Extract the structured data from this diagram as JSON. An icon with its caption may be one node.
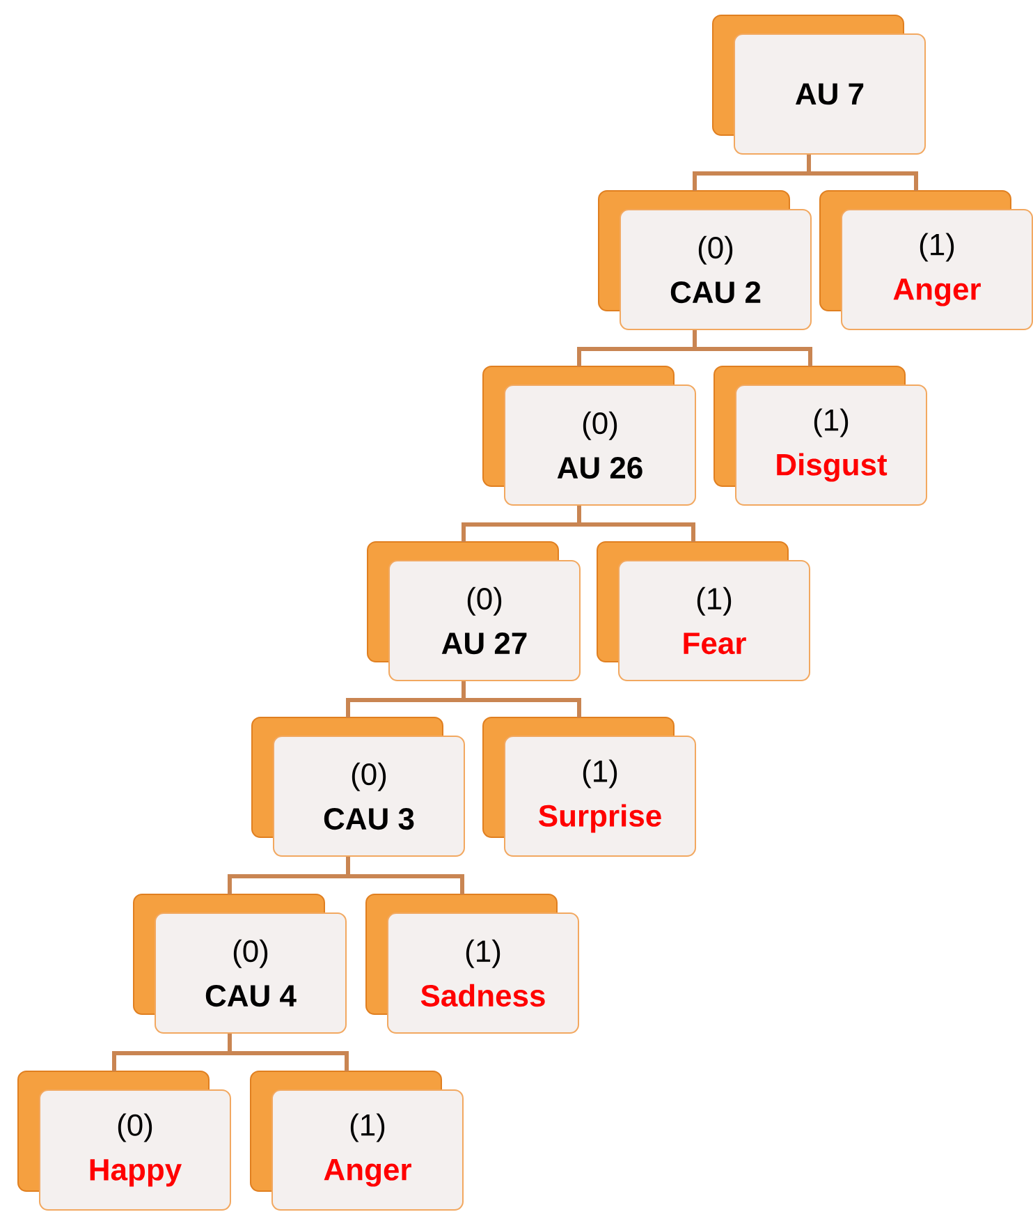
{
  "diagram": {
    "nodes": [
      {
        "text": [
          "AU 7"
        ]
      },
      {
        "text": [
          "(0)",
          "CAU 2"
        ]
      },
      {
        "text": [
          "(1)",
          "Anger"
        ]
      },
      {
        "text": [
          "(0)",
          "AU 26"
        ]
      },
      {
        "text": [
          "(1)",
          "Disgust"
        ]
      },
      {
        "text": [
          "(0)",
          "AU 27"
        ]
      },
      {
        "text": [
          "(1)",
          "Fear"
        ]
      },
      {
        "text": [
          "(0)",
          "CAU 3"
        ]
      },
      {
        "text": [
          "(1)",
          "Surprise"
        ]
      },
      {
        "text": [
          "(0)",
          "CAU 4"
        ]
      },
      {
        "text": [
          "(1)",
          "Sadness"
        ]
      },
      {
        "text": [
          "(0)",
          "Happy"
        ]
      },
      {
        "text": [
          "(1)",
          "Anger"
        ]
      }
    ],
    "edges": [
      {
        "from": 0,
        "to": 1,
        "arrow": "none"
      },
      {
        "from": 0,
        "to": 2,
        "arrow": "none"
      },
      {
        "from": 1,
        "to": 3,
        "arrow": "none"
      },
      {
        "from": 1,
        "to": 4,
        "arrow": "none"
      },
      {
        "from": 3,
        "to": 5,
        "arrow": "none"
      },
      {
        "from": 3,
        "to": 6,
        "arrow": "none"
      },
      {
        "from": 5,
        "to": 7,
        "arrow": "none"
      },
      {
        "from": 5,
        "to": 8,
        "arrow": "none"
      },
      {
        "from": 7,
        "to": 9,
        "arrow": "none"
      },
      {
        "from": 7,
        "to": 10,
        "arrow": "none"
      },
      {
        "from": 9,
        "to": 11,
        "arrow": "none"
      },
      {
        "from": 9,
        "to": 12,
        "arrow": "none"
      }
    ]
  }
}
